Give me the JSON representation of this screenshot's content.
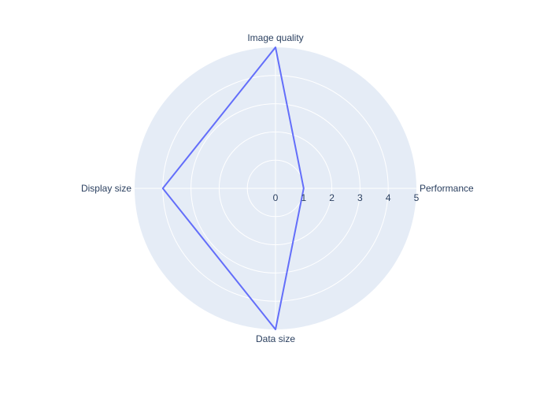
{
  "chart_data": {
    "type": "radar",
    "categories": [
      "Performance",
      "Image quality",
      "Display size",
      "Data size"
    ],
    "series": [
      {
        "values": [
          1,
          5,
          4,
          5
        ],
        "color": "#636efa",
        "closed": true
      }
    ],
    "radial_axis": {
      "range": [
        0,
        5
      ],
      "tick_values": [
        0,
        1,
        2,
        3,
        4,
        5
      ],
      "tick_labels": [
        "0",
        "1",
        "2",
        "3",
        "4",
        "5"
      ]
    },
    "angular_direction": "counterclockwise",
    "rotation_start_deg": 0,
    "grid": true,
    "title": "",
    "colors": {
      "plot_background": "#e5ecf6",
      "grid": "#ffffff",
      "text": "#2a3f5f",
      "series": "#636efa"
    }
  }
}
